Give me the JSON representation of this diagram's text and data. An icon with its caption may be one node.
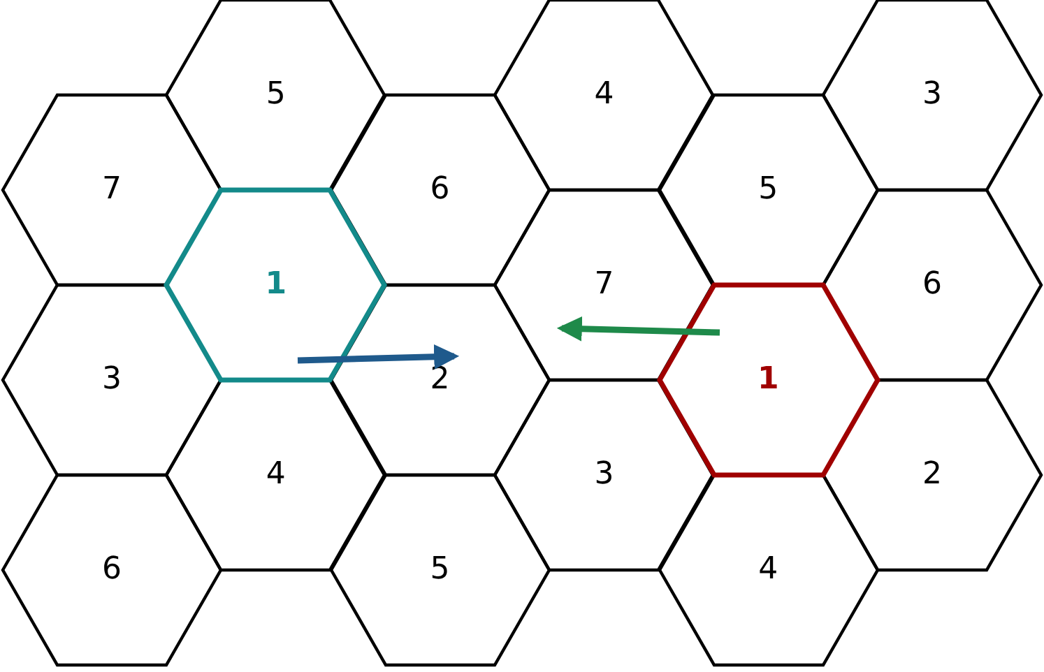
{
  "diagram": {
    "nodes": [
      {
        "text": [
          "5"
        ]
      },
      {
        "text": [
          "4"
        ]
      },
      {
        "text": [
          "3"
        ]
      },
      {
        "text": [
          "7"
        ]
      },
      {
        "text": [
          "6"
        ]
      },
      {
        "text": [
          "5"
        ]
      },
      {
        "text": [
          "1"
        ]
      },
      {
        "text": [
          "7"
        ]
      },
      {
        "text": [
          "6"
        ]
      },
      {
        "text": [
          "3"
        ]
      },
      {
        "text": [
          "2"
        ]
      },
      {
        "text": [
          "1"
        ]
      },
      {
        "text": [
          "4"
        ]
      },
      {
        "text": [
          "3"
        ]
      },
      {
        "text": [
          "2"
        ]
      },
      {
        "text": [
          "6"
        ]
      },
      {
        "text": [
          "5"
        ]
      },
      {
        "text": [
          "4"
        ]
      }
    ],
    "edges": [
      {
        "from": 6,
        "to": 10,
        "arrow": "to",
        "color": "#1f5a8c"
      },
      {
        "from": 11,
        "to": 7,
        "arrow": "to",
        "color": "#1e8a4a"
      }
    ]
  }
}
